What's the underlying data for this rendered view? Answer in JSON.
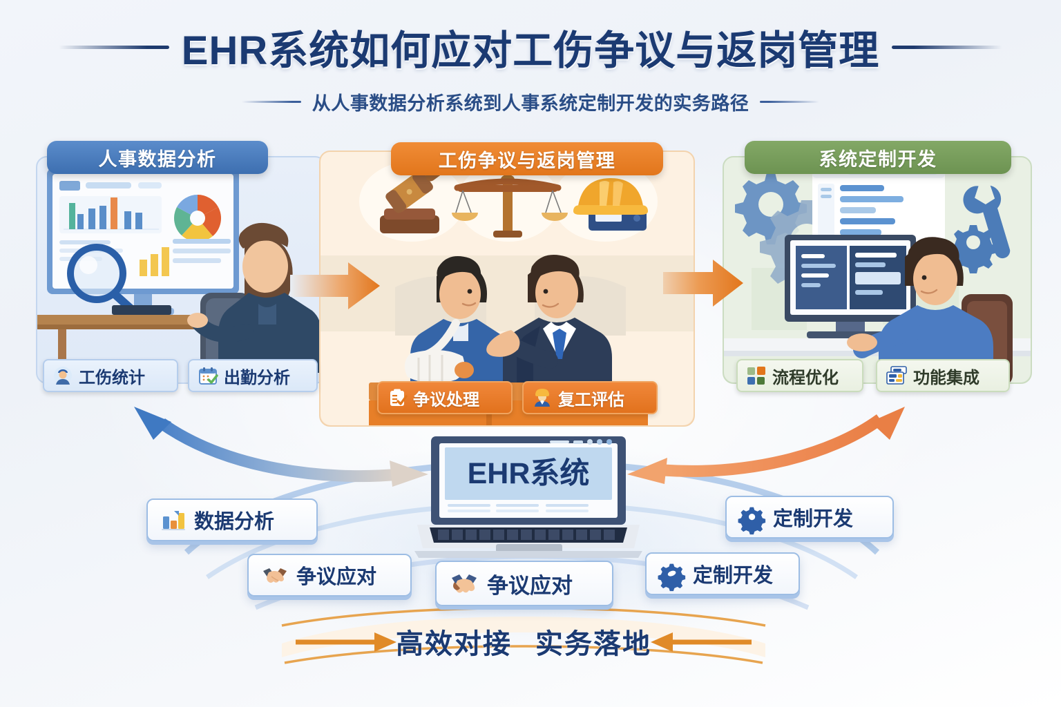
{
  "header": {
    "title": "EHR系统如何应对工伤争议与返岗管理",
    "subtitle": "从人事数据分析系统到人事系统定制开发的实务路径"
  },
  "panels": [
    {
      "id": "left",
      "heading": "人事数据分析",
      "accent": "#3d6fb0",
      "badges": [
        {
          "label": "工伤统计",
          "icon": "worker-avatar-icon"
        },
        {
          "label": "出勤分析",
          "icon": "calendar-check-icon"
        }
      ],
      "illustration": "analyst-at-dashboard-monitor"
    },
    {
      "id": "middle",
      "heading": "工伤争议与返岗管理",
      "accent": "#e2761c",
      "badges": [
        {
          "label": "争议处理",
          "icon": "clipboard-check-icon"
        },
        {
          "label": "复工评估",
          "icon": "helmet-worker-icon"
        }
      ],
      "illustration": "injured-worker-meeting-manager",
      "symbols": [
        {
          "name": "gavel-icon"
        },
        {
          "name": "scales-of-justice-icon"
        },
        {
          "name": "safety-helmet-icon"
        }
      ]
    },
    {
      "id": "right",
      "heading": "系统定制开发",
      "accent": "#6d9352",
      "badges": [
        {
          "label": "流程优化",
          "icon": "blocks-icon"
        },
        {
          "label": "功能集成",
          "icon": "layout-modules-icon"
        }
      ],
      "illustration": "developer-at-computer-with-gears"
    }
  ],
  "core": {
    "device_label": "EHR系统",
    "device": "laptop-icon"
  },
  "capability_pills": [
    {
      "label": "数据分析",
      "icon": "bar-chart-icon",
      "position": "left-upper"
    },
    {
      "label": "争议应对",
      "icon": "handshake-icon",
      "position": "left-lower"
    },
    {
      "label": "争议应对",
      "icon": "handshake-icon",
      "position": "center"
    },
    {
      "label": "定制开发",
      "icon": "gear-icon",
      "position": "right-upper"
    },
    {
      "label": "定制开发",
      "icon": "gear-icon",
      "position": "right-lower"
    }
  ],
  "flow_arrows": [
    {
      "name": "arrow-left-to-middle",
      "direction": "right",
      "color": "#e2761c"
    },
    {
      "name": "arrow-middle-to-right",
      "direction": "right",
      "color": "#e2761c"
    },
    {
      "name": "arrow-curved-left-bidirectional",
      "direction": "both",
      "color": "#5b8ccb"
    },
    {
      "name": "arrow-curved-right-bidirectional",
      "direction": "both",
      "color": "#ee8b55"
    }
  ],
  "footer": {
    "left_text": "高效对接",
    "right_text": "实务落地",
    "arrow_color": "#e08a28"
  },
  "colors": {
    "brand_navy": "#1b3a72",
    "blue": "#3d6fb0",
    "orange": "#e2761c",
    "green": "#6d9352",
    "background": "#f2f5fa"
  }
}
